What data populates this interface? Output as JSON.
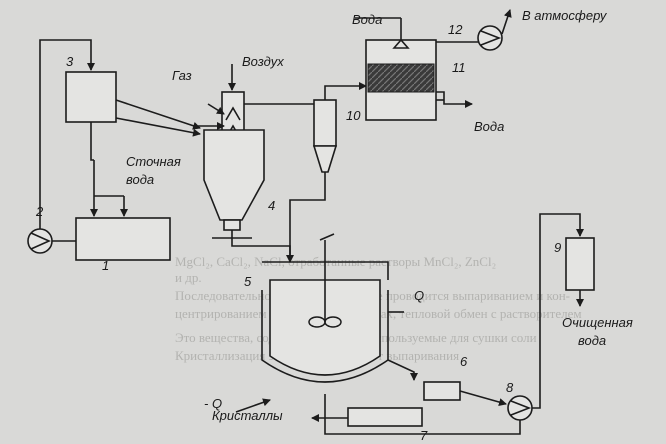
{
  "labels": {
    "water_top": "Вода",
    "atmosphere": "В атмосферу",
    "gas": "Газ",
    "air": "Воздух",
    "waste_water_1": "Сточная",
    "waste_water_2": "вода",
    "water_out": "Вода",
    "minus_q": "- Q",
    "q": "Q",
    "crystals": "Кристаллы",
    "clean_water_1": "Очищенная",
    "clean_water_2": "вода"
  },
  "numbers": {
    "n1": "1",
    "n2": "2",
    "n3": "3",
    "n4": "4",
    "n5": "5",
    "n6": "6",
    "n7": "7",
    "n8": "8",
    "n9": "9",
    "n10": "10",
    "n11": "11",
    "n12": "12"
  },
  "background_text": {
    "line1": "MgCl₂, CaCl₂, NaCl, отработанные растворы MnCl₂, ZnCl₂",
    "line2": "и др.",
    "line3": "Последовательное концентрирование проводится выпариванием и кон-",
    "line4": "центрированием растворов в реакторах, тепловой обмен с растворителем",
    "line5": "Это вещества, содержащие воду, и используемые для сушки соли",
    "line6": "Кристаллизация этого типа называют выпаривания"
  }
}
